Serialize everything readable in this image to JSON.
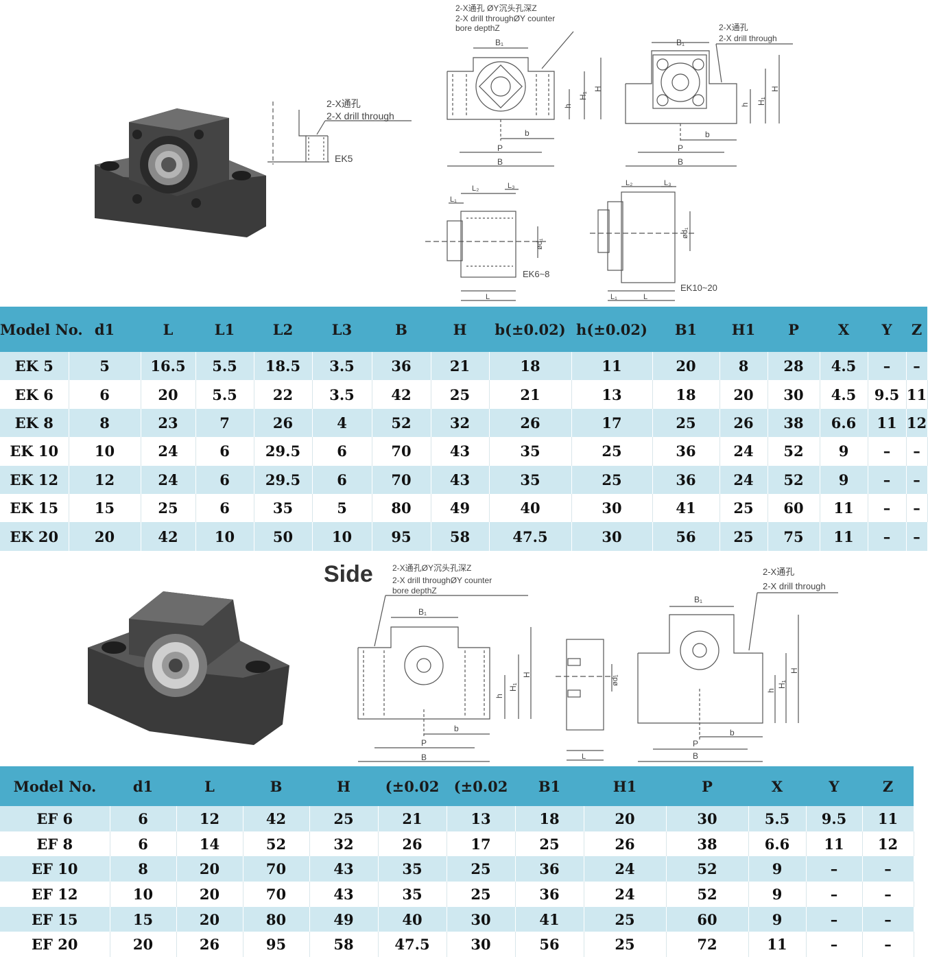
{
  "ek": {
    "notes": {
      "counterbore_cn": "2-X通孔 ØY沉头孔深Z",
      "counterbore_en1": "2-X drill throughØY counter",
      "counterbore_en2": "bore depthZ",
      "drill_cn": "2-X通孔",
      "drill_en": "2-X drill through",
      "photo_drill_cn": "2-X通孔",
      "photo_drill_en": "2-X drill through",
      "ek5_label": "EK5",
      "ek68_label": "EK6~8",
      "ek1020_label": "EK10~20"
    },
    "dims": {
      "B1": "B₁",
      "b": "b",
      "P": "P",
      "B": "B",
      "h": "h",
      "H1": "H₁",
      "H": "H",
      "L2": "L₂",
      "L3": "L₃",
      "L1": "L₁",
      "L": "L",
      "d1": "ød₁"
    },
    "table": {
      "headers": [
        "Model No.",
        "d1",
        "L",
        "L1",
        "L2",
        "L3",
        "B",
        "H",
        "b(±0.02)",
        "h(±0.02)",
        "B1",
        "H1",
        "P",
        "X",
        "Y",
        "Z"
      ],
      "rows": [
        [
          "EK 5",
          "5",
          "16.5",
          "5.5",
          "18.5",
          "3.5",
          "36",
          "21",
          "18",
          "11",
          "20",
          "8",
          "28",
          "4.5",
          "–",
          "–"
        ],
        [
          "EK 6",
          "6",
          "20",
          "5.5",
          "22",
          "3.5",
          "42",
          "25",
          "21",
          "13",
          "18",
          "20",
          "30",
          "4.5",
          "9.5",
          "11"
        ],
        [
          "EK 8",
          "8",
          "23",
          "7",
          "26",
          "4",
          "52",
          "32",
          "26",
          "17",
          "25",
          "26",
          "38",
          "6.6",
          "11",
          "12"
        ],
        [
          "EK 10",
          "10",
          "24",
          "6",
          "29.5",
          "6",
          "70",
          "43",
          "35",
          "25",
          "36",
          "24",
          "52",
          "9",
          "–",
          "–"
        ],
        [
          "EK 12",
          "12",
          "24",
          "6",
          "29.5",
          "6",
          "70",
          "43",
          "35",
          "25",
          "36",
          "24",
          "52",
          "9",
          "–",
          "–"
        ],
        [
          "EK 15",
          "15",
          "25",
          "6",
          "35",
          "5",
          "80",
          "49",
          "40",
          "30",
          "41",
          "25",
          "60",
          "11",
          "–",
          "–"
        ],
        [
          "EK 20",
          "20",
          "42",
          "10",
          "50",
          "10",
          "95",
          "58",
          "47.5",
          "30",
          "56",
          "25",
          "75",
          "11",
          "–",
          "–"
        ]
      ]
    }
  },
  "ef": {
    "side_label": "Side",
    "notes": {
      "counterbore_cn": "2-X通孔ØY沉头孔深Z",
      "counterbore_en1": "2-X drill throughØY counter",
      "counterbore_en2": "bore depthZ",
      "drill_cn": "2-X通孔",
      "drill_en": "2-X drill through"
    },
    "table": {
      "headers": [
        "Model No.",
        "d1",
        "L",
        "B",
        "H",
        "(±0.02",
        "(±0.02",
        "B1",
        "H1",
        "P",
        "X",
        "Y",
        "Z"
      ],
      "rows": [
        [
          "EF 6",
          "6",
          "12",
          "42",
          "25",
          "21",
          "13",
          "18",
          "20",
          "30",
          "5.5",
          "9.5",
          "11"
        ],
        [
          "EF 8",
          "6",
          "14",
          "52",
          "32",
          "26",
          "17",
          "25",
          "26",
          "38",
          "6.6",
          "11",
          "12"
        ],
        [
          "EF 10",
          "8",
          "20",
          "70",
          "43",
          "35",
          "25",
          "36",
          "24",
          "52",
          "9",
          "–",
          "–"
        ],
        [
          "EF 12",
          "10",
          "20",
          "70",
          "43",
          "35",
          "25",
          "36",
          "24",
          "52",
          "9",
          "–",
          "–"
        ],
        [
          "EF 15",
          "15",
          "20",
          "80",
          "49",
          "40",
          "30",
          "41",
          "25",
          "60",
          "9",
          "–",
          "–"
        ],
        [
          "EF 20",
          "20",
          "26",
          "95",
          "58",
          "47.5",
          "30",
          "56",
          "25",
          "72",
          "11",
          "–",
          "–"
        ]
      ]
    }
  },
  "colors": {
    "header_blue": "#4aaccb",
    "row_tint": "#cfe8f0",
    "drawing_line": "#555555"
  }
}
